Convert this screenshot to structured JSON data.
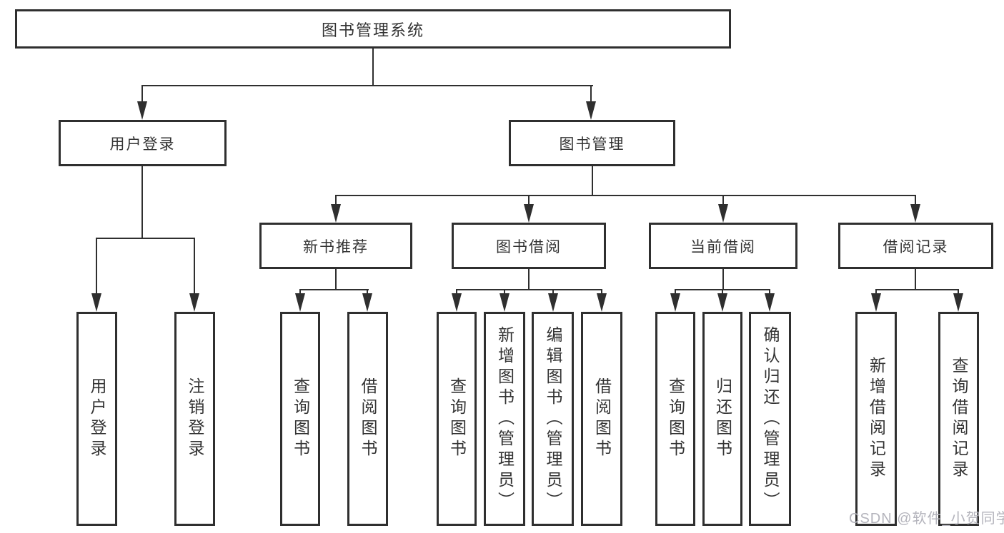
{
  "diagram": {
    "root": {
      "label": "图书管理系统"
    },
    "branches": [
      {
        "label": "用户登录",
        "children": [
          {
            "label": "用户登录"
          },
          {
            "label": "注销登录"
          }
        ]
      },
      {
        "label": "图书管理",
        "children": [
          {
            "label": "新书推荐",
            "children": [
              {
                "label": "查询图书"
              },
              {
                "label": "借阅图书"
              }
            ]
          },
          {
            "label": "图书借阅",
            "children": [
              {
                "label": "查询图书"
              },
              {
                "label": "新增图书（管理员）"
              },
              {
                "label": "编辑图书（管理员）"
              },
              {
                "label": "借阅图书"
              }
            ]
          },
          {
            "label": "当前借阅",
            "children": [
              {
                "label": "查询图书"
              },
              {
                "label": "归还图书"
              },
              {
                "label": "确认归还（管理员）"
              }
            ]
          },
          {
            "label": "借阅记录",
            "children": [
              {
                "label": "新增借阅记录"
              },
              {
                "label": "查询借阅记录"
              }
            ]
          }
        ]
      }
    ]
  },
  "watermark": {
    "text": "CSDN @软件_小贺同学"
  },
  "colors": {
    "line": "#2f2f2f",
    "text": "#333333",
    "watermark": "#b4b4bc",
    "background": "#ffffff"
  }
}
